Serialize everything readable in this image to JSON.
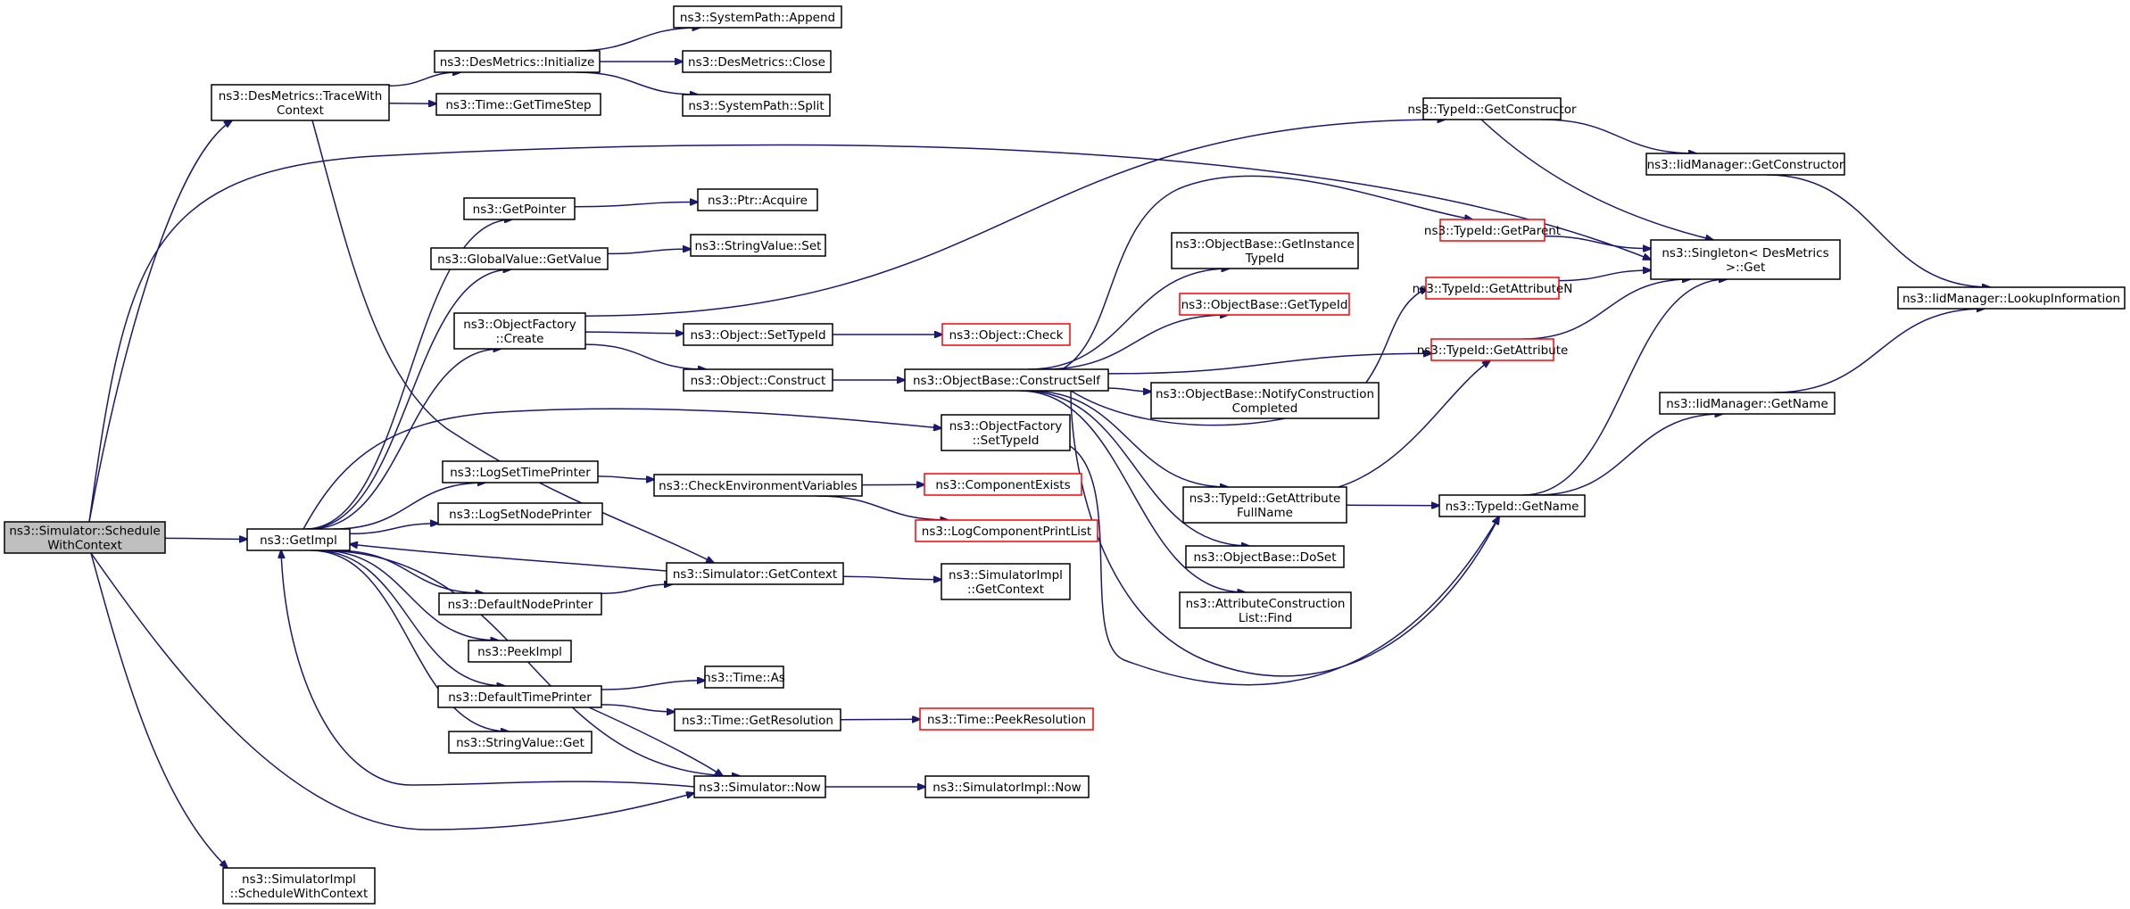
{
  "colors": {
    "edge": "#191970",
    "node_border": "#000000",
    "node_border_truncated": "#ff0000",
    "node_fill": "#ffffff",
    "root_fill": "#bfbfbf",
    "background": "#ffffff"
  },
  "nodes": [
    {
      "id": "n0",
      "lines": [
        "ns3::Simulator::Schedule",
        "WithContext"
      ],
      "root": true
    },
    {
      "id": "n1",
      "lines": [
        "ns3::DesMetrics::TraceWith",
        "Context"
      ]
    },
    {
      "id": "n2",
      "lines": [
        "ns3::GetImpl"
      ]
    },
    {
      "id": "n3",
      "lines": [
        "ns3::SimulatorImpl",
        "::ScheduleWithContext"
      ]
    },
    {
      "id": "n4",
      "lines": [
        "ns3::DesMetrics::Initialize"
      ]
    },
    {
      "id": "n5",
      "lines": [
        "ns3::Time::GetTimeStep"
      ]
    },
    {
      "id": "n6",
      "lines": [
        "ns3::Simulator::GetContext"
      ]
    },
    {
      "id": "n7",
      "lines": [
        "ns3::Singleton< DesMetrics",
        ">::Get"
      ]
    },
    {
      "id": "n8",
      "lines": [
        "ns3::SystemPath::Append"
      ]
    },
    {
      "id": "n9",
      "lines": [
        "ns3::DesMetrics::Close"
      ]
    },
    {
      "id": "n10",
      "lines": [
        "ns3::SystemPath::Split"
      ]
    },
    {
      "id": "n11",
      "lines": [
        "ns3::GetPointer"
      ]
    },
    {
      "id": "n12",
      "lines": [
        "ns3::GlobalValue::GetValue"
      ]
    },
    {
      "id": "n13",
      "lines": [
        "ns3::ObjectFactory",
        "::Create"
      ]
    },
    {
      "id": "n14",
      "lines": [
        "ns3::LogSetTimePrinter"
      ]
    },
    {
      "id": "n15",
      "lines": [
        "ns3::LogSetNodePrinter"
      ]
    },
    {
      "id": "n16",
      "lines": [
        "ns3::DefaultNodePrinter"
      ]
    },
    {
      "id": "n17",
      "lines": [
        "ns3::PeekImpl"
      ]
    },
    {
      "id": "n18",
      "lines": [
        "ns3::DefaultTimePrinter"
      ]
    },
    {
      "id": "n19",
      "lines": [
        "ns3::StringValue::Get"
      ]
    },
    {
      "id": "n20",
      "lines": [
        "ns3::Simulator::Now"
      ]
    },
    {
      "id": "n21",
      "lines": [
        "ns3::Ptr::Acquire"
      ]
    },
    {
      "id": "n22",
      "lines": [
        "ns3::StringValue::Set"
      ]
    },
    {
      "id": "n23",
      "lines": [
        "ns3::Object::SetTypeId"
      ]
    },
    {
      "id": "n24",
      "lines": [
        "ns3::Object::Construct"
      ]
    },
    {
      "id": "n25",
      "lines": [
        "ns3::ObjectFactory",
        "::SetTypeId"
      ]
    },
    {
      "id": "n26",
      "lines": [
        "ns3::CheckEnvironmentVariables"
      ]
    },
    {
      "id": "n27",
      "lines": [
        "ns3::SimulatorImpl",
        "::GetContext"
      ]
    },
    {
      "id": "n28",
      "lines": [
        "ns3::Time::As"
      ]
    },
    {
      "id": "n29",
      "lines": [
        "ns3::Time::GetResolution"
      ]
    },
    {
      "id": "n30",
      "lines": [
        "ns3::SimulatorImpl::Now"
      ]
    },
    {
      "id": "n31",
      "lines": [
        "ns3::Object::Check"
      ],
      "truncated": true
    },
    {
      "id": "n32",
      "lines": [
        "ns3::ObjectBase::ConstructSelf"
      ]
    },
    {
      "id": "n33",
      "lines": [
        "ns3::ComponentExists"
      ],
      "truncated": true
    },
    {
      "id": "n34",
      "lines": [
        "ns3::LogComponentPrintList"
      ],
      "truncated": true
    },
    {
      "id": "n35",
      "lines": [
        "ns3::Time::PeekResolution"
      ],
      "truncated": true
    },
    {
      "id": "n36",
      "lines": [
        "ns3::TypeId::GetConstructor"
      ]
    },
    {
      "id": "n37",
      "lines": [
        "ns3::ObjectBase::GetInstance",
        "TypeId"
      ]
    },
    {
      "id": "n38",
      "lines": [
        "ns3::ObjectBase::GetTypeId"
      ],
      "truncated": true
    },
    {
      "id": "n39",
      "lines": [
        "ns3::ObjectBase::NotifyConstruction",
        "Completed"
      ]
    },
    {
      "id": "n40",
      "lines": [
        "ns3::TypeId::GetAttribute",
        "FullName"
      ]
    },
    {
      "id": "n41",
      "lines": [
        "ns3::ObjectBase::DoSet"
      ]
    },
    {
      "id": "n42",
      "lines": [
        "ns3::AttributeConstruction",
        "List::Find"
      ]
    },
    {
      "id": "n43",
      "lines": [
        "ns3::TypeId::GetParent"
      ],
      "truncated": true
    },
    {
      "id": "n44",
      "lines": [
        "ns3::TypeId::GetAttributeN"
      ],
      "truncated": true
    },
    {
      "id": "n45",
      "lines": [
        "ns3::TypeId::GetAttribute"
      ],
      "truncated": true
    },
    {
      "id": "n46",
      "lines": [
        "ns3::TypeId::GetName"
      ]
    },
    {
      "id": "n47",
      "lines": [
        "ns3::IidManager::GetConstructor"
      ]
    },
    {
      "id": "n48",
      "lines": [
        "ns3::IidManager::GetName"
      ]
    },
    {
      "id": "n49",
      "lines": [
        "ns3::IidManager::LookupInformation"
      ]
    }
  ],
  "edges": [
    [
      "n0",
      "n1"
    ],
    [
      "n0",
      "n2"
    ],
    [
      "n0",
      "n3"
    ],
    [
      "n0",
      "n20"
    ],
    [
      "n0",
      "n7"
    ],
    [
      "n1",
      "n4"
    ],
    [
      "n1",
      "n5"
    ],
    [
      "n1",
      "n6"
    ],
    [
      "n4",
      "n8"
    ],
    [
      "n4",
      "n9"
    ],
    [
      "n4",
      "n10"
    ],
    [
      "n2",
      "n11"
    ],
    [
      "n2",
      "n12"
    ],
    [
      "n2",
      "n13"
    ],
    [
      "n2",
      "n25"
    ],
    [
      "n2",
      "n14"
    ],
    [
      "n2",
      "n15"
    ],
    [
      "n2",
      "n16"
    ],
    [
      "n2",
      "n17"
    ],
    [
      "n2",
      "n18"
    ],
    [
      "n2",
      "n19"
    ],
    [
      "n2",
      "n20"
    ],
    [
      "n11",
      "n21"
    ],
    [
      "n12",
      "n22"
    ],
    [
      "n13",
      "n36"
    ],
    [
      "n13",
      "n23"
    ],
    [
      "n13",
      "n24"
    ],
    [
      "n23",
      "n31"
    ],
    [
      "n24",
      "n32"
    ],
    [
      "n32",
      "n43"
    ],
    [
      "n32",
      "n37"
    ],
    [
      "n32",
      "n38"
    ],
    [
      "n32",
      "n45"
    ],
    [
      "n32",
      "n39"
    ],
    [
      "n32",
      "n40"
    ],
    [
      "n32",
      "n41"
    ],
    [
      "n32",
      "n42"
    ],
    [
      "n32",
      "n46"
    ],
    [
      "n32",
      "n44"
    ],
    [
      "n25",
      "n46"
    ],
    [
      "n14",
      "n26"
    ],
    [
      "n26",
      "n33"
    ],
    [
      "n26",
      "n34"
    ],
    [
      "n16",
      "n6"
    ],
    [
      "n6",
      "n2"
    ],
    [
      "n6",
      "n27"
    ],
    [
      "n18",
      "n28"
    ],
    [
      "n18",
      "n29"
    ],
    [
      "n18",
      "n20"
    ],
    [
      "n29",
      "n35"
    ],
    [
      "n20",
      "n2"
    ],
    [
      "n20",
      "n30"
    ],
    [
      "n36",
      "n47"
    ],
    [
      "n36",
      "n7"
    ],
    [
      "n47",
      "n49"
    ],
    [
      "n43",
      "n7"
    ],
    [
      "n44",
      "n7"
    ],
    [
      "n45",
      "n7"
    ],
    [
      "n40",
      "n46"
    ],
    [
      "n40",
      "n45"
    ],
    [
      "n46",
      "n48"
    ],
    [
      "n46",
      "n7"
    ],
    [
      "n48",
      "n49"
    ]
  ]
}
